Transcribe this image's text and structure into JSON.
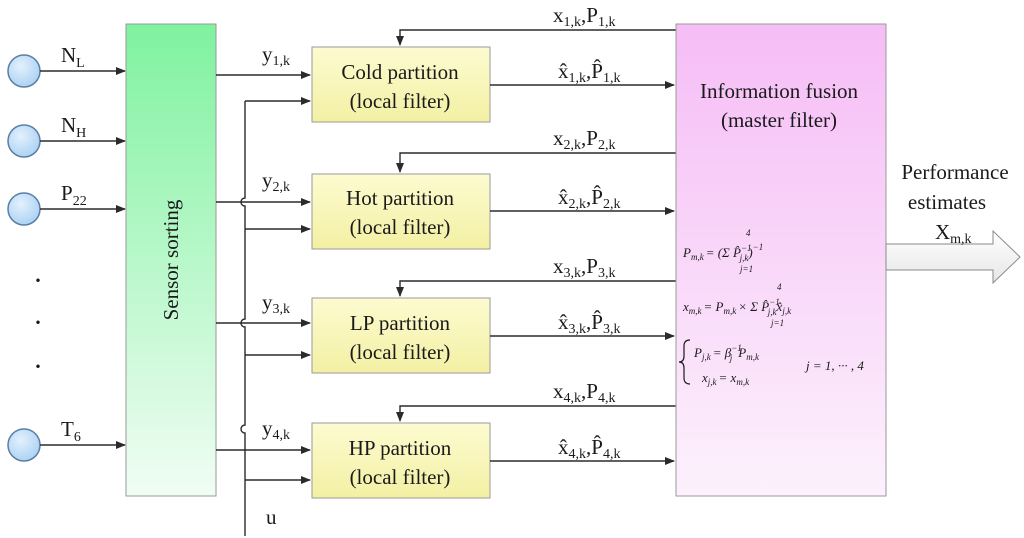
{
  "inputs": [
    {
      "label": "N",
      "sub": "L"
    },
    {
      "label": "N",
      "sub": "H"
    },
    {
      "label": "P",
      "sub": "22"
    },
    {
      "label": "T",
      "sub": "6"
    }
  ],
  "ellipsis": "·",
  "sensor_sorting": "Sensor sorting",
  "control_input": "u",
  "partitions": [
    {
      "title": "Cold partition",
      "subtitle": "(local filter)",
      "y_label": "y",
      "y_sub": "1,k",
      "fb_label": "x",
      "fb_sub1": "1,k",
      "fb_sep": ",P",
      "fb_sub2": "1,k",
      "est_label": "x̂",
      "est_sub1": "1,k",
      "est_sep": ",P̂",
      "est_sub2": "1,k"
    },
    {
      "title": "Hot partition",
      "subtitle": "(local filter)",
      "y_label": "y",
      "y_sub": "2,k",
      "fb_label": "x",
      "fb_sub1": "2,k",
      "fb_sep": ",P",
      "fb_sub2": "2,k",
      "est_label": "x̂",
      "est_sub1": "2,k",
      "est_sep": ",P̂",
      "est_sub2": "2,k"
    },
    {
      "title": "LP partition",
      "subtitle": "(local filter)",
      "y_label": "y",
      "y_sub": "3,k",
      "fb_label": "x",
      "fb_sub1": "3,k",
      "fb_sep": ",P",
      "fb_sub2": "3,k",
      "est_label": "x̂",
      "est_sub1": "3,k",
      "est_sep": ",P̂",
      "est_sub2": "3,k"
    },
    {
      "title": "HP partition",
      "subtitle": "(local filter)",
      "y_label": "y",
      "y_sub": "4,k",
      "fb_label": "x",
      "fb_sub1": "4,k",
      "fb_sep": ",P",
      "fb_sub2": "4,k",
      "est_label": "x̂",
      "est_sub1": "4,k",
      "est_sep": ",P̂",
      "est_sub2": "4,k"
    }
  ],
  "fusion": {
    "title": "Information fusion",
    "subtitle": "(master filter)"
  },
  "equations": {
    "eq1_lhs": "P",
    "eq1_lhs_sub": "m,k",
    "eq1_rhs": "= (Σ P̂",
    "eq1_rhs_sub": "j,k",
    "eq1_rhs_sup": "−1",
    "eq1_tail": ")",
    "eq1_tail_sup": "−1",
    "sum_top": "4",
    "sum_bottom": "j=1",
    "eq2_lhs": "x",
    "eq2_lhs_sub": "m,k",
    "eq2_mid": "= P",
    "eq2_mid_sub": "m,k",
    "eq2_times": "× Σ P̂",
    "eq2_p_sub": "j,k",
    "eq2_p_sup": "−1",
    "eq2_x": "x̂",
    "eq2_x_sub": "j,k",
    "eq3_lhs": "P",
    "eq3_lhs_sub": "j,k",
    "eq3_rhs": "= β",
    "eq3_beta_sub": "j",
    "eq3_beta_sup": "−1",
    "eq3_p": "P",
    "eq3_p_sub": "m,k",
    "eq4_lhs": "x",
    "eq4_lhs_sub": "j,k",
    "eq4_rhs": "= x",
    "eq4_rhs_sub": "m,k",
    "range": "j = 1, ··· , 4"
  },
  "output": {
    "line1": "Performance",
    "line2": "estimates",
    "symbol": "X",
    "symbol_sub": "m,k"
  },
  "colors": {
    "sensor_top": "#7ff29f",
    "sensor_bottom": "#f1fdf4",
    "box_top": "#fdfbd0",
    "box_bottom": "#f3f0a4",
    "fusion_top": "#f6bdf6",
    "fusion_bottom": "#fcf1fc",
    "circle_fill": "#b3d7f6",
    "circle_stroke": "#5a7fa6"
  }
}
